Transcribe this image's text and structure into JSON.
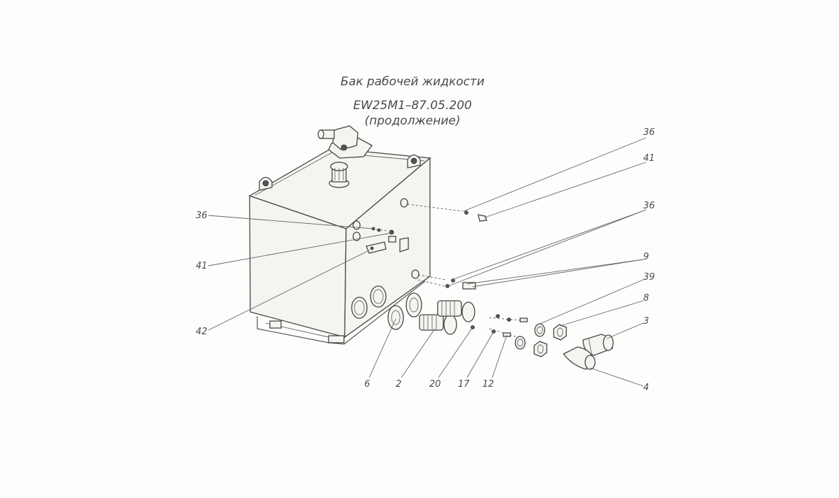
{
  "title": {
    "line1": "Бак рабочей жидкости",
    "line2": "EW25M1–87.05.200",
    "line3": "(продолжение)"
  },
  "callouts": {
    "c36_tr": "36",
    "c41_tr": "41",
    "c36_mr": "36",
    "c9": "9",
    "c39": "39",
    "c8": "8",
    "c3": "3",
    "c4": "4",
    "c36_l": "36",
    "c41_l": "41",
    "c42": "42",
    "c6": "6",
    "c2": "2",
    "c20": "20",
    "c17": "17",
    "c12": "12"
  }
}
